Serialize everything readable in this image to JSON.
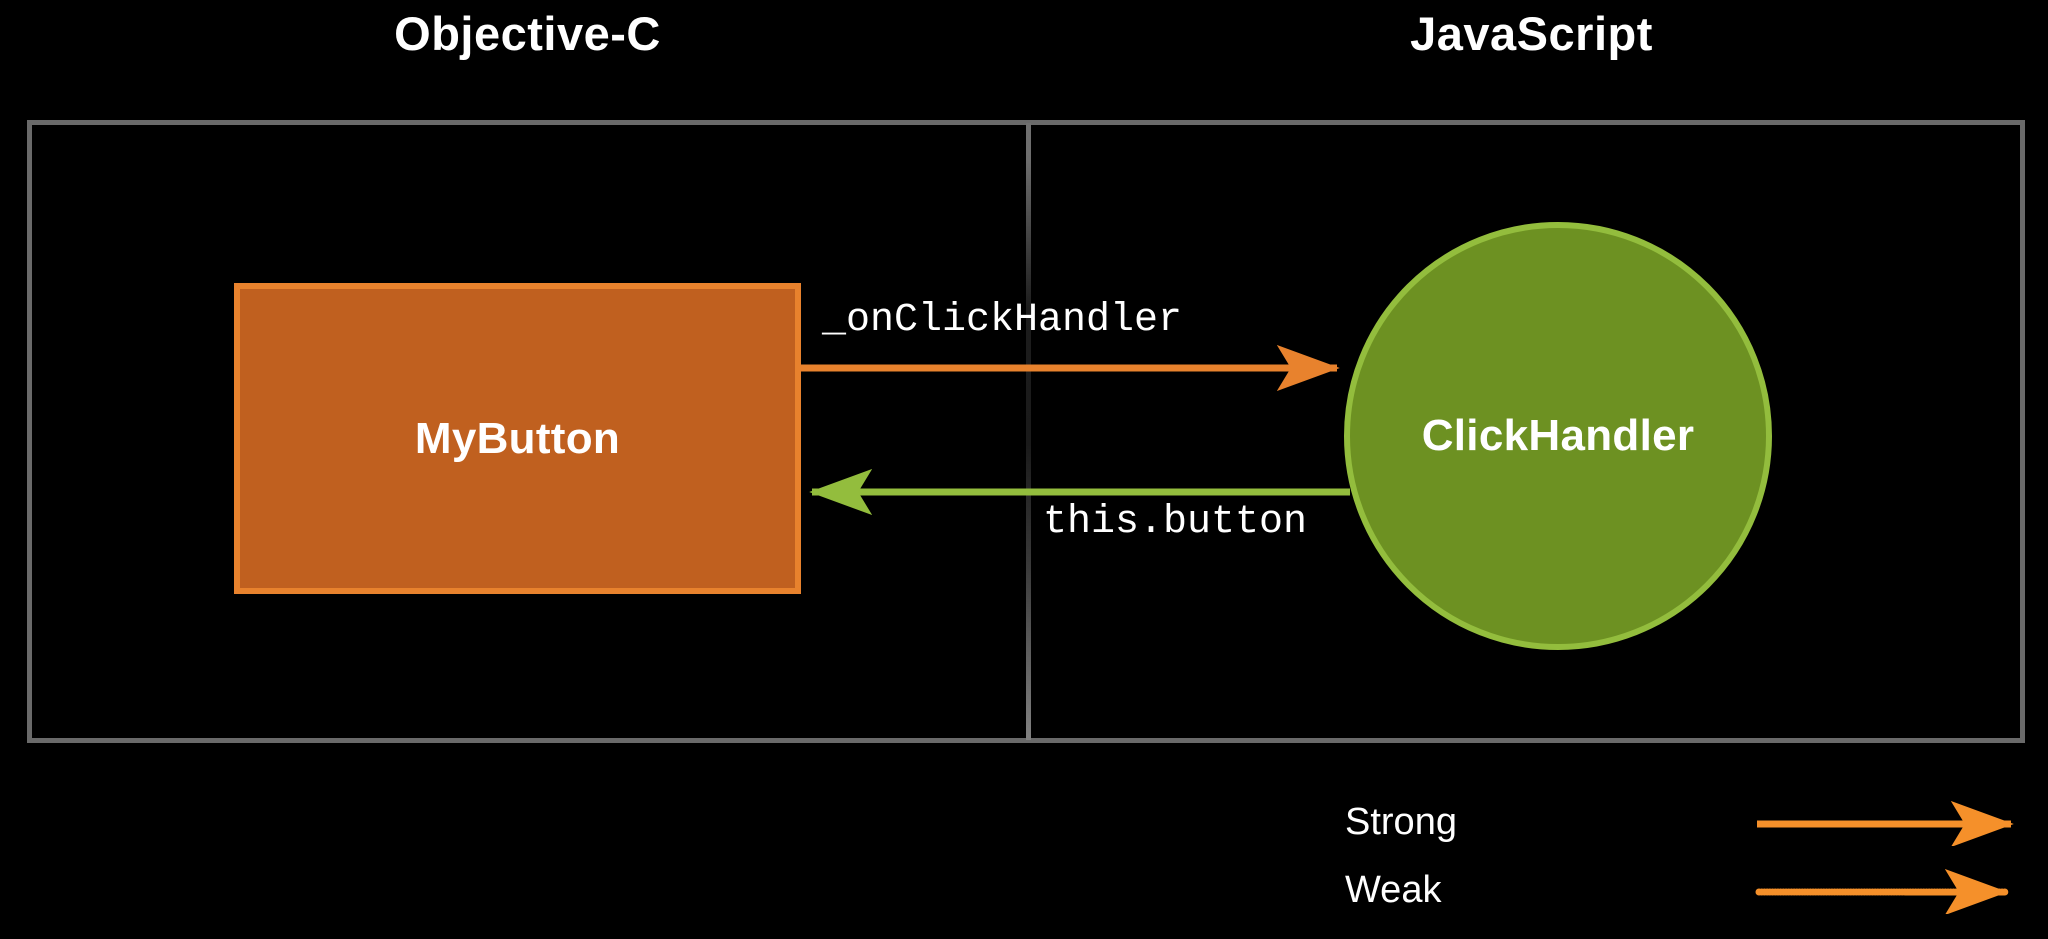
{
  "diagram": {
    "title_left": "Objective-C",
    "title_right": "JavaScript",
    "background_color": "#000000",
    "frame_border_color": "#6a6a6a"
  },
  "nodes": {
    "objc": {
      "label": "MyButton",
      "shape": "rectangle",
      "fill_color": "#c0601f",
      "border_color": "#e8822d",
      "text_color": "#ffffff"
    },
    "js": {
      "label": "ClickHandler",
      "shape": "circle",
      "fill_color": "#6d9122",
      "border_color": "#93bd3d",
      "text_color": "#ffffff"
    }
  },
  "edges": [
    {
      "label": "_onClickHandler",
      "from": "MyButton",
      "to": "ClickHandler",
      "direction": "right",
      "color": "#e8822d",
      "style": "solid",
      "strength": "Strong"
    },
    {
      "label": "this.button",
      "from": "ClickHandler",
      "to": "MyButton",
      "direction": "left",
      "color": "#93bd3d",
      "style": "solid",
      "strength": "Strong"
    }
  ],
  "legend": {
    "items": [
      {
        "label": "Strong",
        "style": "solid",
        "color": "#f5902a"
      },
      {
        "label": "Weak",
        "style": "dotted",
        "color": "#f5902a"
      }
    ]
  }
}
